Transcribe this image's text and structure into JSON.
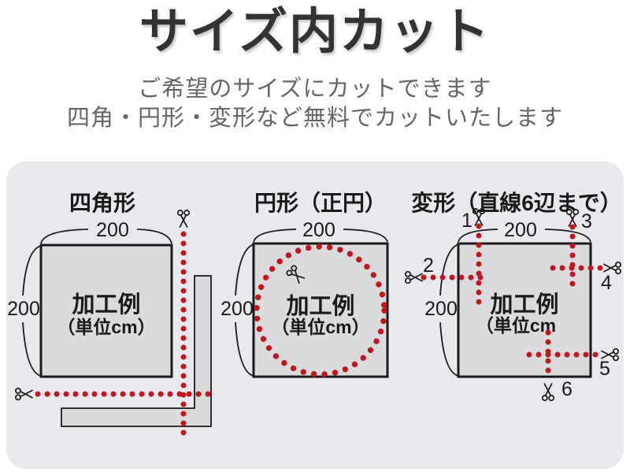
{
  "header": {
    "title": "サイズ内カット",
    "subtitle_line1": "ご希望のサイズにカットできます",
    "subtitle_line2": "四角・円形・変形など無料でカットいたします"
  },
  "colors": {
    "accent_red": "#c2161e",
    "panel_bg": "#e8e8ed",
    "shape_fill": "#dbdbdd",
    "ink": "#1a1a1a",
    "title_color": "#333333",
    "subtitle_color": "#666666"
  },
  "panels": {
    "square": {
      "heading": "四角形",
      "width_label": "200",
      "height_label": "200",
      "sample_label": "加工例",
      "unit_label": "（単位cm）"
    },
    "circle": {
      "heading": "円形（正円）",
      "width_label": "200",
      "height_label": "200",
      "sample_label": "加工例",
      "unit_label": "（単位cm）"
    },
    "freeform": {
      "heading": "変形（直線6辺まで）",
      "width_label": "200",
      "height_label": "200",
      "sample_label": "加工例",
      "unit_label": "（単位cm",
      "cut_labels": [
        "1",
        "2",
        "3",
        "4",
        "5",
        "6"
      ]
    }
  },
  "icons": {
    "scissors": "scissors-icon"
  }
}
